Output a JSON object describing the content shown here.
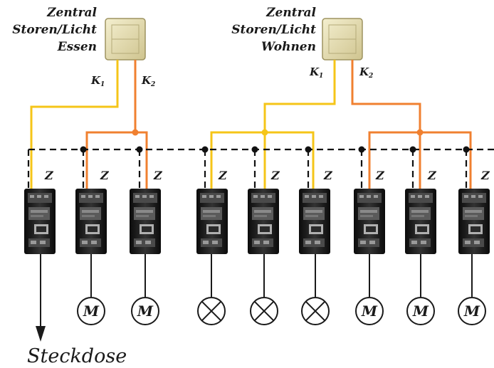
{
  "panels": [
    {
      "lines": [
        "Zentral",
        "Storen/Licht",
        "Essen"
      ],
      "k1": "K",
      "k1_sub": "1",
      "k2": "K",
      "k2_sub": "2"
    },
    {
      "lines": [
        "Zentral",
        "Storen/Licht",
        "Wohnen"
      ],
      "k1": "K",
      "k1_sub": "1",
      "k2": "K",
      "k2_sub": "2"
    }
  ],
  "z_label": "Z",
  "motor_label": "M",
  "socket_label": "Steckdose",
  "colors": {
    "yellow_wire": "#f5c518",
    "orange_wire": "#f08030",
    "bus": "#111111",
    "panel_face": "#e6deb0"
  }
}
